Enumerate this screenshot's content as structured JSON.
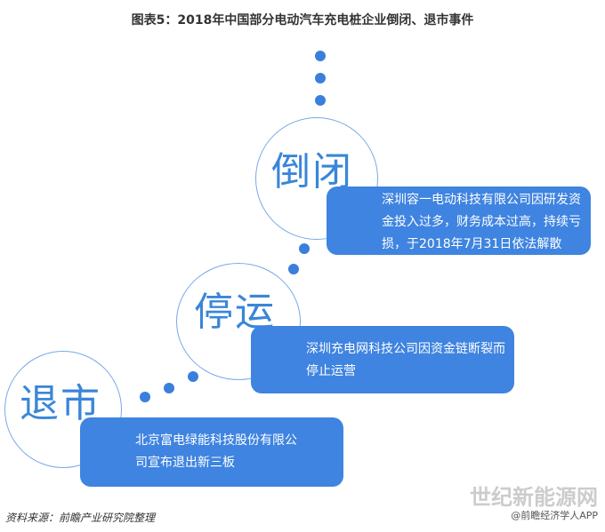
{
  "title": "图表5：2018年中国部分电动汽车充电桩企业倒闭、退市事件",
  "events": [
    {
      "label": "倒闭",
      "desc": "深圳容一电动科技有限公司因研发资金投入过多，财务成本过高，持续亏损，于2018年7月31日依法解散"
    },
    {
      "label": "停运",
      "desc": "深圳充电网科技公司因资金链断裂而停止运营"
    },
    {
      "label": "退市",
      "desc": "北京富电绿能科技股份有限公司宣布退出新三板"
    }
  ],
  "source": "资料来源：前瞻产业研究院整理",
  "watermark": "@前瞻经济学人APP",
  "watermark_site": "世纪新能源网"
}
